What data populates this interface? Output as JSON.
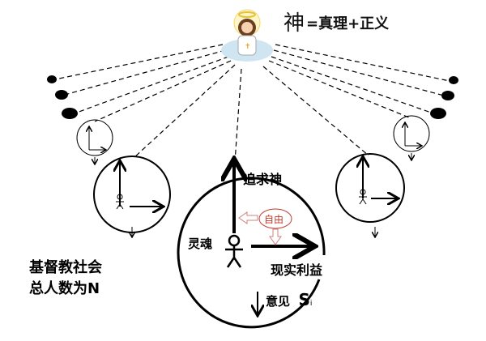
{
  "title": {
    "god": "神",
    "definition": "=真理+正义"
  },
  "labels": {
    "pursue_god": "追求神",
    "freedom": "自由",
    "soul": "灵魂",
    "real_interest": "现实利益",
    "opinion": "意见",
    "opinion_symbol": "S",
    "opinion_subscript": "i"
  },
  "society": {
    "line1": "基督教社会",
    "line2": "总人数为N"
  },
  "colors": {
    "freedom": "#c0392b",
    "line": "#000000"
  }
}
